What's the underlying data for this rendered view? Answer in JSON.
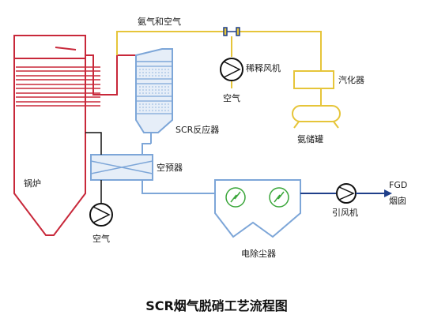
{
  "diagram": {
    "labels": {
      "ammonia_air": "氨气和空气",
      "dilution_fan": "稀释风机",
      "air_top": "空气",
      "vaporizer": "汽化器",
      "ammonia_tank": "氨储罐",
      "scr_reactor": "SCR反应器",
      "air_preheater": "空预器",
      "boiler": "锅炉",
      "air_bottom": "空气",
      "esp": "电除尘器",
      "id_fan": "引风机",
      "fgd": "FGD",
      "chimney": "烟囱"
    },
    "caption": "SCR烟气脱硝工艺流程图"
  },
  "colors": {
    "boiler": "#c8283a",
    "ammonia_line": "#e6c53a",
    "flue_gas_line": "#7da6d8",
    "equipment_fill": "#e6eef8",
    "outlet_line": "#1f3f8a",
    "esp_coil": "#3aa63a",
    "pump": "#111111"
  }
}
